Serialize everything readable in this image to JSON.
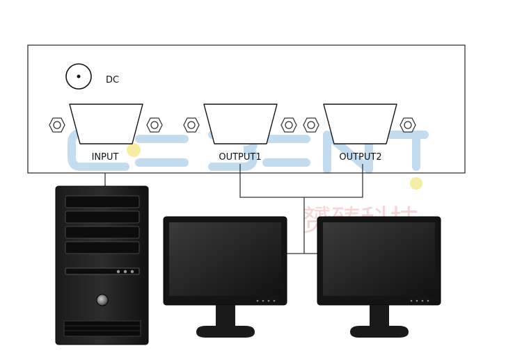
{
  "splitter": {
    "power_label": "DC",
    "ports": [
      {
        "label": "INPUT"
      },
      {
        "label": "OUTPUT1"
      },
      {
        "label": "OUTPUT2"
      }
    ]
  },
  "watermark": {
    "chinese_text": "赟臻科技"
  },
  "colors": {
    "panel_border": "#222222",
    "connector_line": "#333333",
    "device_body": "#111111",
    "watermark_blue": "#bcd8ee",
    "watermark_pink": "#f2c8c8",
    "watermark_yellow": "#f6ec9a"
  }
}
